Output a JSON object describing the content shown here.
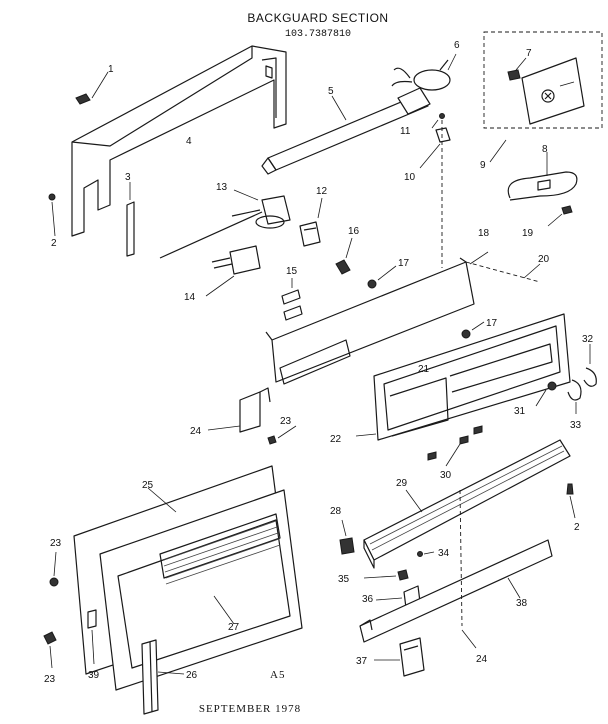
{
  "title": "BACKGUARD SECTION",
  "model_number": "103.7387810",
  "footer_date": "SEPTEMBER 1978",
  "page_code": "A5",
  "callouts": [
    {
      "id": "c1",
      "label": "1"
    },
    {
      "id": "c2a",
      "label": "2"
    },
    {
      "id": "c2b",
      "label": "2"
    },
    {
      "id": "c3",
      "label": "3"
    },
    {
      "id": "c4",
      "label": "4"
    },
    {
      "id": "c5",
      "label": "5"
    },
    {
      "id": "c6",
      "label": "6"
    },
    {
      "id": "c7",
      "label": "7"
    },
    {
      "id": "c8",
      "label": "8"
    },
    {
      "id": "c9",
      "label": "9"
    },
    {
      "id": "c10",
      "label": "10"
    },
    {
      "id": "c11",
      "label": "11"
    },
    {
      "id": "c12",
      "label": "12"
    },
    {
      "id": "c13",
      "label": "13"
    },
    {
      "id": "c14",
      "label": "14"
    },
    {
      "id": "c15",
      "label": "15"
    },
    {
      "id": "c16",
      "label": "16"
    },
    {
      "id": "c17a",
      "label": "17"
    },
    {
      "id": "c17b",
      "label": "17"
    },
    {
      "id": "c18",
      "label": "18"
    },
    {
      "id": "c19",
      "label": "19"
    },
    {
      "id": "c20",
      "label": "20"
    },
    {
      "id": "c21",
      "label": "21"
    },
    {
      "id": "c22",
      "label": "22"
    },
    {
      "id": "c23a",
      "label": "23"
    },
    {
      "id": "c23b",
      "label": "23"
    },
    {
      "id": "c23c",
      "label": "23"
    },
    {
      "id": "c24a",
      "label": "24"
    },
    {
      "id": "c24b",
      "label": "24"
    },
    {
      "id": "c25",
      "label": "25"
    },
    {
      "id": "c26",
      "label": "26"
    },
    {
      "id": "c27",
      "label": "27"
    },
    {
      "id": "c28",
      "label": "28"
    },
    {
      "id": "c29",
      "label": "29"
    },
    {
      "id": "c30",
      "label": "30"
    },
    {
      "id": "c31",
      "label": "31"
    },
    {
      "id": "c32",
      "label": "32"
    },
    {
      "id": "c33",
      "label": "33"
    },
    {
      "id": "c34",
      "label": "34"
    },
    {
      "id": "c35",
      "label": "35"
    },
    {
      "id": "c36",
      "label": "36"
    },
    {
      "id": "c37",
      "label": "37"
    },
    {
      "id": "c38",
      "label": "38"
    },
    {
      "id": "c39",
      "label": "39"
    }
  ]
}
